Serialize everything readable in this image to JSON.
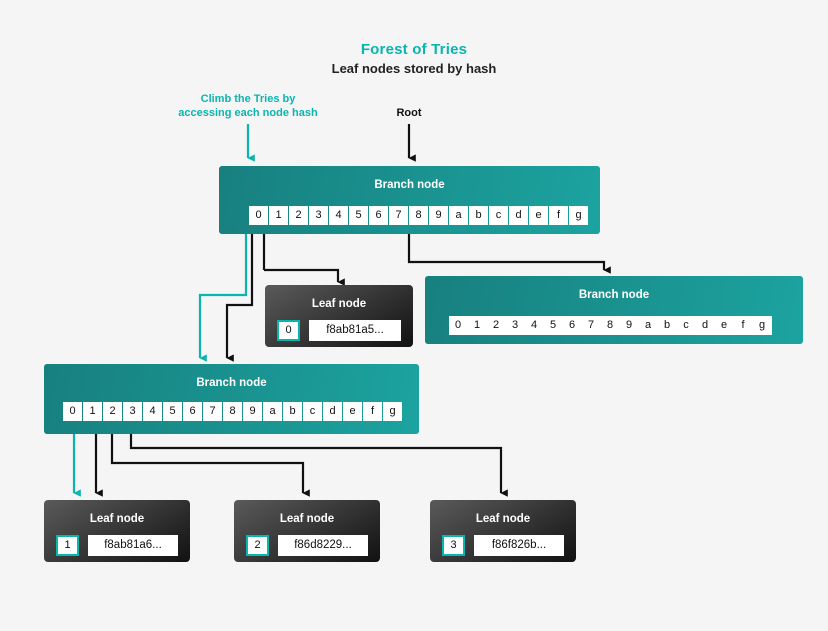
{
  "header": {
    "title": "Forest of Tries",
    "subtitle": "Leaf nodes stored by hash",
    "accent_color": "#0ab5b0"
  },
  "annotations": [
    {
      "id": "climb",
      "text": "Climb the Tries by\naccessing each node hash",
      "color": "#0ab5b0",
      "arrow_color": "#0ab5b0"
    },
    {
      "id": "root",
      "text": "Root",
      "color": "#111111",
      "arrow_color": "#111111"
    }
  ],
  "nibbles": [
    "0",
    "1",
    "2",
    "3",
    "4",
    "5",
    "6",
    "7",
    "8",
    "9",
    "a",
    "b",
    "c",
    "d",
    "e",
    "f",
    "g"
  ],
  "branch_nodes": [
    {
      "id": "root-branch",
      "label": "Branch node",
      "cells": [
        "0",
        "1",
        "2",
        "3",
        "4",
        "5",
        "6",
        "7",
        "8",
        "9",
        "a",
        "b",
        "c",
        "d",
        "e",
        "f",
        "g"
      ],
      "outgoing_cells": [
        "0",
        "1",
        "2",
        "8"
      ]
    },
    {
      "id": "right-branch",
      "label": "Branch node",
      "cells": [
        "0",
        "1",
        "2",
        "3",
        "4",
        "5",
        "6",
        "7",
        "8",
        "9",
        "a",
        "b",
        "c",
        "d",
        "e",
        "f",
        "g"
      ],
      "outgoing_cells": []
    },
    {
      "id": "lower-branch",
      "label": "Branch node",
      "cells": [
        "0",
        "1",
        "2",
        "3",
        "4",
        "5",
        "6",
        "7",
        "8",
        "9",
        "a",
        "b",
        "c",
        "d",
        "e",
        "f",
        "g"
      ],
      "outgoing_cells": [
        "0",
        "1",
        "2",
        "3"
      ]
    }
  ],
  "leaf_nodes": [
    {
      "id": "leaf-0",
      "label": "Leaf node",
      "index": "0",
      "hash": "f8ab81a5..."
    },
    {
      "id": "leaf-1",
      "label": "Leaf node",
      "index": "1",
      "hash": "f8ab81a6..."
    },
    {
      "id": "leaf-2",
      "label": "Leaf node",
      "index": "2",
      "hash": "f86d8229..."
    },
    {
      "id": "leaf-3",
      "label": "Leaf node",
      "index": "3",
      "hash": "f86f826b..."
    }
  ],
  "colors": {
    "background": "#f5f5f5",
    "branch_gradient_start": "#17807f",
    "branch_gradient_end": "#1ca3a0",
    "leaf_gradient_start": "#5a5a5a",
    "leaf_gradient_end": "#111111",
    "teal_wire": "#0ab5b0",
    "black_wire": "#111111",
    "cell_fill": "#ffffff"
  }
}
